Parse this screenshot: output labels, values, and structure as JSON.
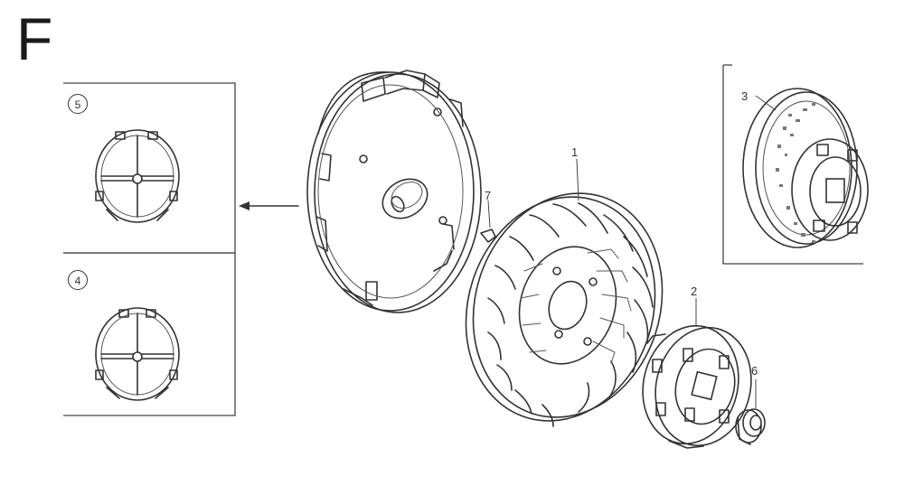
{
  "section_label": "F",
  "parts": [
    {
      "number": "1",
      "item": "flywheel"
    },
    {
      "number": "2",
      "item": "starter-pulley"
    },
    {
      "number": "3",
      "item": "starter-pulley-variant"
    },
    {
      "number": "6",
      "item": "flange-nut"
    },
    {
      "number": "7",
      "item": "woodruff-key"
    }
  ],
  "variants": [
    {
      "number": "5",
      "item": "cooling-fan-variant-upper"
    },
    {
      "number": "4",
      "item": "cooling-fan-variant-lower"
    }
  ],
  "colors": {
    "line": "#333333",
    "background": "#ffffff"
  }
}
